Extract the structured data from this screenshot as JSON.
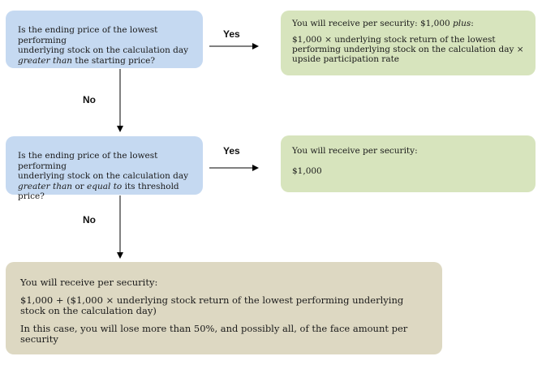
{
  "q1": {
    "line1": "Is the ending price of the lowest performing",
    "line2": "underlying stock on the calculation day",
    "italic": "greater than",
    "rest": " the starting price?"
  },
  "q2": {
    "line1": "Is the ending price of the lowest performing",
    "line2": "underlying stock on the calculation day",
    "italic1": "greater than",
    "mid": " or ",
    "italic2": "equal to",
    "rest": " its threshold price?"
  },
  "out1": {
    "intro": "You will receive per security: $1,000 ",
    "intro_italic": "plus",
    "intro_end": ":",
    "formula": "$1,000 × underlying stock return of the lowest performing underlying stock on the calculation day × upside participation rate"
  },
  "out2": {
    "intro": "You will receive per security:",
    "amount": "$1,000"
  },
  "out3": {
    "intro": "You will receive per security:",
    "formula": "$1,000 + ($1,000 × underlying stock return of the lowest performing underlying stock on the calculation day)",
    "note": "In this case, you will lose more than 50%, and possibly all, of the face amount per security"
  },
  "labels": {
    "yes1": "Yes",
    "no1": "No",
    "yes2": "Yes",
    "no2": "No"
  }
}
